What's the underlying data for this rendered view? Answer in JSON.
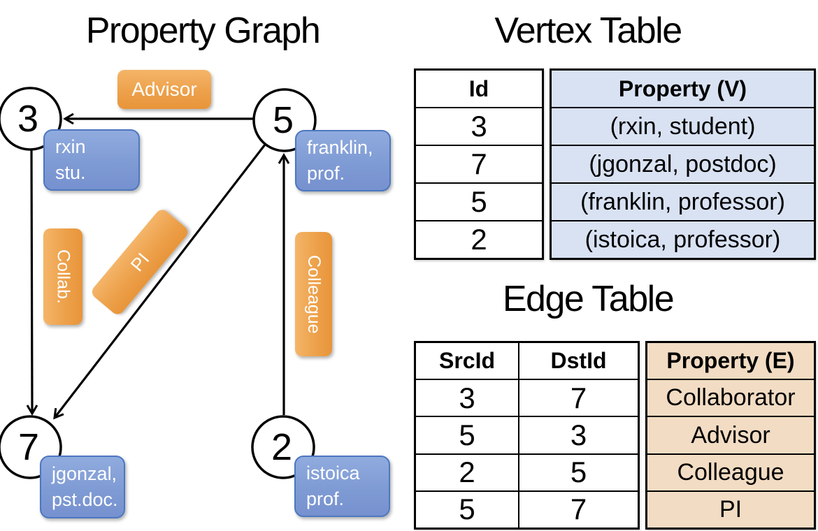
{
  "titles": {
    "property_graph": "Property Graph",
    "vertex_table": "Vertex Table",
    "edge_table": "Edge Table"
  },
  "graph": {
    "nodes": [
      {
        "id": "3",
        "label_lines": [
          "rxin",
          "stu."
        ]
      },
      {
        "id": "5",
        "label_lines": [
          "franklin,",
          "prof."
        ]
      },
      {
        "id": "7",
        "label_lines": [
          "jgonzal,",
          "pst.doc."
        ]
      },
      {
        "id": "2",
        "label_lines": [
          "istoica",
          "prof."
        ]
      }
    ],
    "edge_labels": {
      "advisor": "Advisor",
      "collab": "Collab.",
      "pi": "PI",
      "colleague": "Colleague"
    }
  },
  "vertex_table": {
    "col_id": "Id",
    "col_property": "Property (V)",
    "rows": [
      {
        "id": "3",
        "property": "(rxin, student)"
      },
      {
        "id": "7",
        "property": "(jgonzal, postdoc)"
      },
      {
        "id": "5",
        "property": "(franklin, professor)"
      },
      {
        "id": "2",
        "property": "(istoica, professor)"
      }
    ]
  },
  "edge_table": {
    "col_src": "SrcId",
    "col_dst": "DstId",
    "col_property": "Property (E)",
    "rows": [
      {
        "src": "3",
        "dst": "7",
        "property": "Collaborator"
      },
      {
        "src": "5",
        "dst": "3",
        "property": "Advisor"
      },
      {
        "src": "2",
        "dst": "5",
        "property": "Colleague"
      },
      {
        "src": "5",
        "dst": "7",
        "property": "PI"
      }
    ]
  },
  "colors": {
    "edge_pill": "#eda14b",
    "vertex_pill": "#7f9bd4",
    "vertex_property_bg": "#d9e2f3",
    "edge_property_bg": "#f2dcc3",
    "line": "#000000"
  }
}
